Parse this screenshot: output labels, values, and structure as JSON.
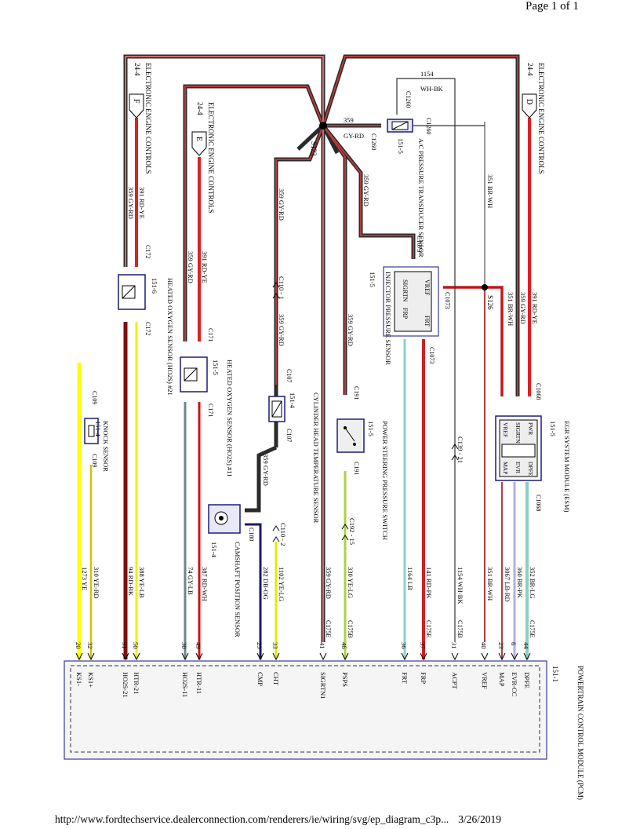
{
  "page": {
    "label": "Page 1 of 1",
    "url": "http://www.fordtechservice.dealerconnection.com/renderers/ie/wiring/svg/ep_diagram_c3p...",
    "date": "3/26/2019"
  },
  "pcm": {
    "title": "POWERTRAIN CONTROL MODULE (PCM)",
    "ref": "151-1"
  },
  "splices": {
    "s123": "S123",
    "s126": "S126"
  },
  "wires": [
    {
      "num": "1273",
      "color": "YE",
      "pin": "20",
      "signal": "KS1-",
      "connector": ""
    },
    {
      "num": "310",
      "color": "YE-RD",
      "pin": "32",
      "signal": "KS1+",
      "connector": ""
    },
    {
      "num": "94",
      "color": "RD-BK",
      "pin": "31",
      "signal": "HO2S-21",
      "connector": ""
    },
    {
      "num": "388",
      "color": "YE-LB",
      "pin": "50",
      "signal": "HTR-21",
      "connector": ""
    },
    {
      "num": "74",
      "color": "GY-LB",
      "pin": "30",
      "signal": "HO2S-11",
      "connector": ""
    },
    {
      "num": "387",
      "color": "RD-WH",
      "pin": "49",
      "signal": "HTR-11",
      "connector": ""
    },
    {
      "num": "282",
      "color": "DB-OG",
      "pin": "25",
      "signal": "CMP",
      "connector": ""
    },
    {
      "num": "1102",
      "color": "YE-LG",
      "pin": "33",
      "signal": "CHT",
      "connector": ""
    },
    {
      "num": "359",
      "color": "GY-RD",
      "pin": "41",
      "signal": "SIGRTN1",
      "connector": "C175E"
    },
    {
      "num": "330",
      "color": "YE-LG",
      "pin": "46",
      "signal": "PSPS",
      "connector": "C175B"
    },
    {
      "num": "1164",
      "color": "LB",
      "pin": "36",
      "signal": "FRT",
      "connector": ""
    },
    {
      "num": "141",
      "color": "RD-PK",
      "pin": "37",
      "signal": "FRP",
      "connector": "C175E"
    },
    {
      "num": "1154",
      "color": "WH-BK",
      "pin": "31",
      "signal": "ACPT",
      "connector": "C175B"
    },
    {
      "num": "351",
      "color": "BR-WH",
      "pin": "40",
      "signal": "VREF",
      "connector": ""
    },
    {
      "num": "3067",
      "color": "LB-RD",
      "pin": "23",
      "signal": "MAP",
      "connector": ""
    },
    {
      "num": "360",
      "color": "BR-PK",
      "pin": "6",
      "signal": "EVR-CC",
      "connector": ""
    },
    {
      "num": "352",
      "color": "BR-LG",
      "pin": "44",
      "signal": "DPFE",
      "connector": "C175E"
    }
  ],
  "components": {
    "knock": {
      "title": "KNOCK SENSOR",
      "ref": "151-4",
      "conn": "C109"
    },
    "ho2s21": {
      "title": "HEATED OXYGEN SENSOR (HO2S) #21",
      "ref": "151-6",
      "conn": "C172"
    },
    "ho2s11": {
      "title": "HEATED OXYGEN SENSOR (HO2S) #11",
      "ref": "151-5",
      "conn": "C171"
    },
    "cmp": {
      "title": "CAMSHAFT POSITION SENSOR",
      "ref": "151-4",
      "conn": "C180"
    },
    "cht": {
      "title": "CYLINDER HEAD TEMPERATURE SENSOR",
      "ref": "151-4",
      "conn": "C107"
    },
    "psps": {
      "title": "POWER STEERING PRESSURE SWITCH",
      "ref": "151-5",
      "conn": "C191"
    },
    "ipr": {
      "title": "INJECTOR PRESSURE SENSOR",
      "ref": "151-5",
      "conn": "C1073",
      "pins": [
        "VREF",
        "FRT",
        "SIGRTN",
        "FRP"
      ]
    },
    "acpt": {
      "title": "A/C PRESSURE TRANSDUCER SENSOR",
      "ref": "151-5",
      "conn": "C1260"
    },
    "egr": {
      "title": "EGR SYSTEM MODULE (ESM)",
      "ref": "151-5",
      "conn": "C1068",
      "pins": [
        "PWR",
        "SIGRTN",
        "VREF",
        "MAP",
        "EVR",
        "DPFE"
      ]
    }
  },
  "eec": {
    "label": "ELECTRONIC ENGINE CONTROLS",
    "ref": "24-4",
    "tab_f": "F",
    "tab_e": "E",
    "tab_d": "D"
  },
  "feeds": {
    "ho2s21_pwr": {
      "num": "391",
      "color": "RD-YE"
    },
    "ho2s21_rtn": {
      "num": "359",
      "color": "GY-RD"
    },
    "ho2s11_pwr": {
      "num": "391",
      "color": "RD-YE"
    },
    "ho2s11_rtn": {
      "num": "359",
      "color": "GY-RD"
    },
    "cht_rtn": {
      "num": "359",
      "color": "GY-RD"
    },
    "psps_rtn": {
      "num": "359",
      "color": "GY-RD"
    },
    "ipr_rtn": {
      "num": "359",
      "color": "GY-RD"
    },
    "acp_rtn": {
      "num": "359",
      "color": "GY-RD"
    },
    "acp_sig": {
      "num": "1154",
      "color": "WH-BK"
    },
    "acp_vref": {
      "num": "351",
      "color": "BR-WH"
    },
    "egr_pwr": {
      "num": "391",
      "color": "RD-YE"
    },
    "egr_rtn": {
      "num": "359",
      "color": "GY-RD"
    },
    "egr_vref": {
      "num": "351",
      "color": "BR-WH"
    },
    "cmp_rtn": {
      "num": "359",
      "color": "GY-RD"
    }
  },
  "inline": {
    "c110_1": "C110 - 1",
    "c110_2": "C110 - 2",
    "c192_15": "C192 - 15",
    "c139_21": "C139 - 21"
  }
}
